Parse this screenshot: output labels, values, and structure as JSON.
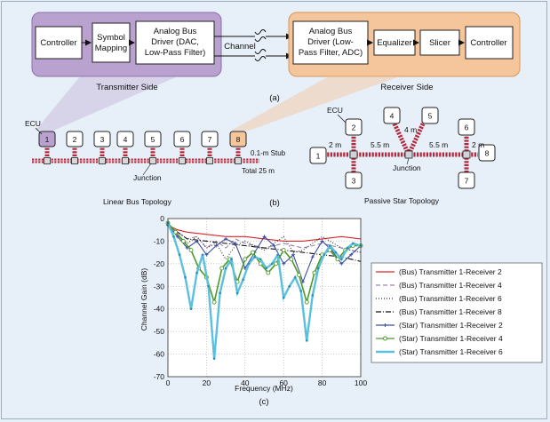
{
  "transmitter": {
    "side_label": "Transmitter Side",
    "blocks": [
      "Controller",
      "Symbol Mapping",
      "Analog Bus Driver (DAC, Low-Pass Filter)"
    ],
    "color": "#b9a2cf"
  },
  "channel": {
    "label": "Channel"
  },
  "receiver": {
    "side_label": "Receiver Side",
    "blocks": [
      "Analog Bus Driver (Low-Pass Filter, ADC)",
      "Equalizer",
      "Slicer",
      "Controller"
    ],
    "color": "#f5c69b"
  },
  "panel_labels": {
    "a": "(a)",
    "b": "(b)",
    "c": "(c)"
  },
  "linear_bus": {
    "title": "Linear Bus Topology",
    "ecu_label": "ECU",
    "nodes": [
      "1",
      "2",
      "3",
      "4",
      "5",
      "6",
      "7",
      "8"
    ],
    "stub_label": "0.1-m Stub",
    "total_label": "Total 25 m",
    "junction_label": "Junction",
    "highlight_colors": {
      "1": "#b9a2cf",
      "8": "#f5c69b"
    }
  },
  "passive_star": {
    "title": "Passive Star Topology",
    "ecu_label": "ECU",
    "nodes": [
      "1",
      "2",
      "3",
      "4",
      "5",
      "6",
      "7",
      "8"
    ],
    "lengths": [
      "2 m",
      "5.5 m",
      "4 m",
      "5.5 m",
      "2 m"
    ],
    "junction_label": "Junction"
  },
  "chart_data": {
    "type": "line",
    "xlabel": "Frequency (MHz)",
    "ylabel": "Channel Gain (dB)",
    "xlim": [
      0,
      100
    ],
    "ylim": [
      -70,
      0
    ],
    "xticks": [
      0,
      20,
      40,
      60,
      80,
      100
    ],
    "yticks": [
      0,
      -10,
      -20,
      -30,
      -40,
      -50,
      -60,
      -70
    ],
    "grid": true,
    "legend_position": "right",
    "series": [
      {
        "name": "(Bus) Transmitter 1-Receiver 2",
        "color": "#d62728",
        "style": "solid",
        "marker": "none",
        "x": [
          0,
          5,
          10,
          20,
          30,
          40,
          50,
          60,
          70,
          80,
          90,
          100
        ],
        "y": [
          -3,
          -5,
          -6,
          -7,
          -8,
          -8,
          -9,
          -10,
          -10,
          -9,
          -8,
          -9
        ]
      },
      {
        "name": "(Bus) Transmitter 1-Receiver 4",
        "color": "#9e7fb8",
        "style": "dashed",
        "marker": "none",
        "x": [
          0,
          5,
          10,
          15,
          20,
          25,
          30,
          35,
          40,
          50,
          60,
          70,
          80,
          90,
          100
        ],
        "y": [
          -3,
          -6,
          -9,
          -8,
          -13,
          -10,
          -13,
          -9,
          -11,
          -13,
          -11,
          -13,
          -11,
          -13,
          -15
        ]
      },
      {
        "name": "(Bus) Transmitter 1-Receiver 6",
        "color": "#333333",
        "style": "dotted",
        "marker": "none",
        "x": [
          0,
          5,
          10,
          15,
          20,
          25,
          30,
          35,
          40,
          50,
          60,
          65,
          70,
          80,
          90,
          100
        ],
        "y": [
          -3,
          -7,
          -11,
          -8,
          -13,
          -11,
          -18,
          -12,
          -10,
          -14,
          -8,
          -15,
          -14,
          -8,
          -13,
          -15
        ]
      },
      {
        "name": "(Bus) Transmitter 1-Receiver 8",
        "color": "#111111",
        "style": "dashdot",
        "marker": "none",
        "x": [
          0,
          10,
          20,
          30,
          40,
          50,
          60,
          70,
          80,
          90,
          100
        ],
        "y": [
          -3,
          -9,
          -10,
          -11,
          -12,
          -13,
          -14,
          -15,
          -16,
          -17,
          -19
        ]
      },
      {
        "name": "(Star) Transmitter 1-Receiver 2",
        "color": "#3b4da0",
        "style": "solid",
        "marker": "plus",
        "x": [
          0,
          5,
          10,
          15,
          20,
          25,
          30,
          35,
          40,
          45,
          50,
          55,
          60,
          65,
          70,
          75,
          80,
          85,
          90,
          95,
          100
        ],
        "y": [
          -3,
          -8,
          -13,
          -10,
          -16,
          -12,
          -9,
          -11,
          -22,
          -15,
          -8,
          -12,
          -20,
          -16,
          -28,
          -17,
          -10,
          -14,
          -20,
          -16,
          -12
        ]
      },
      {
        "name": "(Star) Transmitter 1-Receiver 4",
        "color": "#4c9a2a",
        "style": "solid",
        "marker": "circle",
        "x": [
          0,
          4,
          8,
          12,
          16,
          20,
          24,
          28,
          32,
          36,
          40,
          44,
          48,
          52,
          56,
          60,
          64,
          68,
          72,
          76,
          80,
          84,
          88,
          92,
          96,
          100
        ],
        "y": [
          -2,
          -6,
          -10,
          -14,
          -22,
          -26,
          -37,
          -22,
          -18,
          -28,
          -18,
          -15,
          -20,
          -24,
          -20,
          -14,
          -18,
          -25,
          -37,
          -24,
          -16,
          -14,
          -18,
          -14,
          -12,
          -12
        ]
      },
      {
        "name": "(Star) Transmitter 1-Receiver 6",
        "color": "#5bc0de",
        "style": "solid",
        "marker": "dot",
        "x": [
          0,
          3,
          6,
          9,
          12,
          15,
          18,
          21,
          24,
          27,
          30,
          33,
          36,
          39,
          42,
          45,
          48,
          51,
          54,
          57,
          60,
          63,
          66,
          69,
          72,
          75,
          78,
          81,
          84,
          87,
          90,
          93,
          96,
          100
        ],
        "y": [
          -2,
          -8,
          -16,
          -26,
          -40,
          -24,
          -16,
          -30,
          -62,
          -33,
          -22,
          -18,
          -33,
          -27,
          -20,
          -17,
          -18,
          -22,
          -20,
          -16,
          -35,
          -30,
          -26,
          -32,
          -54,
          -34,
          -22,
          -16,
          -12,
          -15,
          -18,
          -13,
          -11,
          -12
        ]
      }
    ]
  }
}
